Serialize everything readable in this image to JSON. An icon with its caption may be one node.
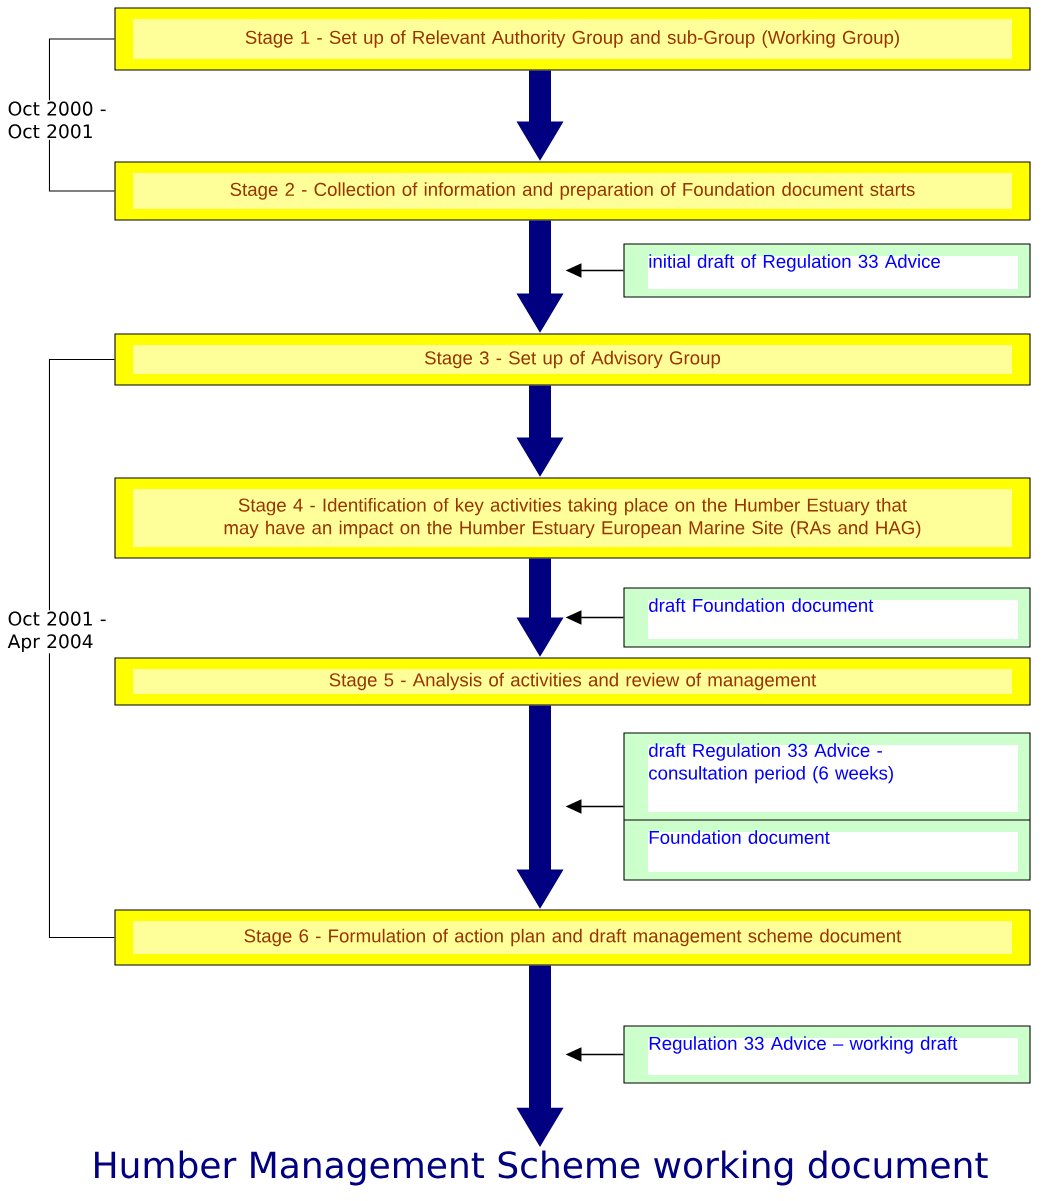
{
  "diagram": {
    "nodes": [
      {
        "text": [
          "Stage 1 - Set up of Relevant Authority Group and sub-Group (Working Group)"
        ]
      },
      {
        "text": [
          "Stage 2 - Collection of information and preparation of Foundation document starts"
        ]
      },
      {
        "text": [
          "initial draft of Regulation 33 Advice"
        ]
      },
      {
        "text": [
          "Stage 3 - Set up of Advisory Group"
        ]
      },
      {
        "text": [
          "Stage 4 - Identification of key activities taking place on the Humber Estuary that may have an impact on the Humber Estuary European Marine Site (RAs and HAG)"
        ]
      },
      {
        "text": [
          "draft Foundation document"
        ]
      },
      {
        "text": [
          "Stage 5 - Analysis of activities and review of management"
        ]
      },
      {
        "text": [
          "draft Regulation 33 Advice - consultation period (6 weeks)",
          "Foundation document"
        ]
      },
      {
        "text": [
          "Stage 6 - Formulation of action plan and draft management scheme document"
        ]
      },
      {
        "text": [
          "Regulation 33 Advice – working draft"
        ]
      },
      {
        "text": [
          "Humber Management Scheme working document"
        ]
      }
    ],
    "edges": [
      {
        "from": 0,
        "to": 1,
        "arrow": "to"
      },
      {
        "from": 1,
        "to": 3,
        "arrow": "to"
      },
      {
        "from": 2,
        "to": null,
        "arrow": "to",
        "color": "#000000"
      },
      {
        "from": 3,
        "to": 4,
        "arrow": "to"
      },
      {
        "from": 4,
        "to": 6,
        "arrow": "to"
      },
      {
        "from": 5,
        "to": null,
        "arrow": "to",
        "color": "#000000"
      },
      {
        "from": 6,
        "to": 8,
        "arrow": "to"
      },
      {
        "from": 7,
        "to": null,
        "arrow": "to",
        "color": "#000000"
      },
      {
        "from": 8,
        "to": 10,
        "arrow": "to"
      },
      {
        "from": 9,
        "to": null,
        "arrow": "to",
        "color": "#000000"
      }
    ],
    "labels": [
      "Oct 2000 - Oct 2001",
      "Oct 2001 - Apr 2004"
    ]
  }
}
